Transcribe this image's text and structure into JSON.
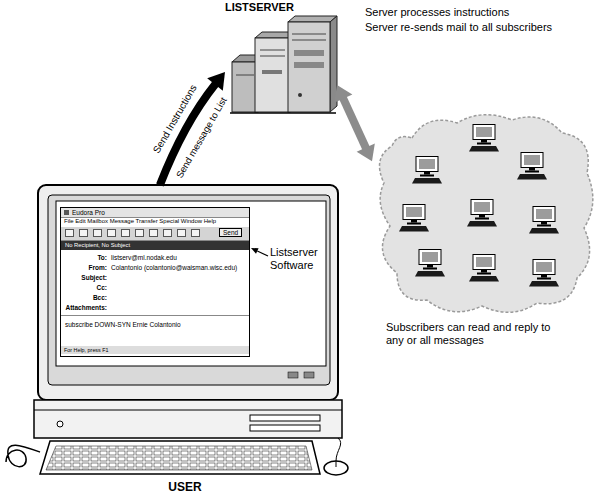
{
  "diagram": {
    "nodes": [
      {
        "text": [
          "LISTSERVER",
          "Server processes instructions",
          "Server re-sends mail to all subscribers"
        ]
      },
      {
        "text": [
          "Subscribers can read and reply to any or all messages"
        ]
      },
      {
        "text": [
          "USER"
        ]
      },
      {
        "text": [
          "Eudora Pro",
          "File Edit Mailbox Message Transfer Special Window Help",
          "Send",
          "No Recipient, No Subject",
          "To:",
          "listserv@ml.nodak.edu",
          "From:",
          "Colantonio (colantonio@waisman.wisc.edu)",
          "Subject:",
          "Cc:",
          "Bcc:",
          "Attachments:",
          "subscribe DOWN-SYN Ernie Colantonio",
          "For Help, press F1"
        ],
        "in": 2
      }
    ],
    "edges": [
      {
        "from": 2,
        "to": 0,
        "arrow": "to",
        "label": "Send Instructions"
      },
      {
        "from": 0,
        "to": 1,
        "arrow": "both"
      }
    ],
    "labels": [
      "Send message to List",
      "Listserver Software"
    ]
  }
}
